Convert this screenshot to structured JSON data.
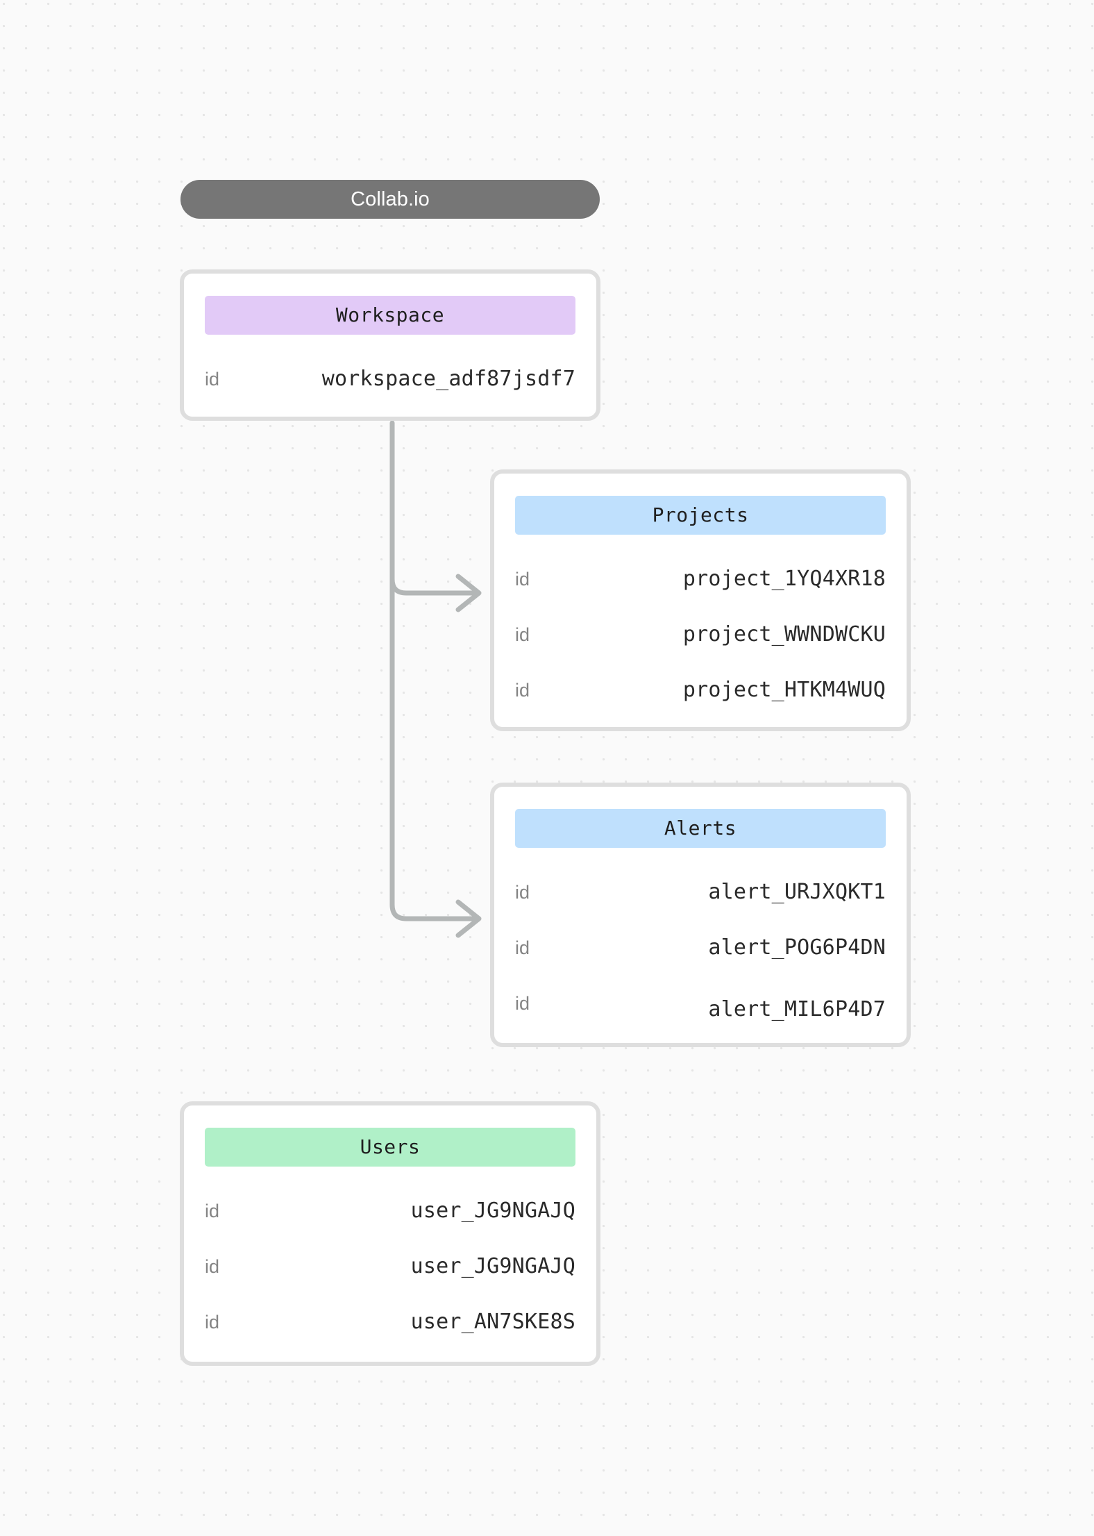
{
  "title": {
    "label": "Collab.io"
  },
  "colors": {
    "canvas_background": "#fafafa",
    "grid_dot": "#e5e5e5",
    "title_pill": "#767676",
    "card_border": "#dedede",
    "card_background": "#ffffff",
    "header_purple": "#e2caf7",
    "header_blue": "#bfe0fd",
    "header_green": "#b0f0c8",
    "connector": "#b3b6b6",
    "key_text": "#848484",
    "value_text": "#2a2a2a"
  },
  "nodes": [
    {
      "id": "workspace",
      "title": "Workspace",
      "header_color": "#e2caf7",
      "rows": [
        {
          "key": "id",
          "value": "workspace_adf87jsdf7"
        }
      ]
    },
    {
      "id": "projects",
      "title": "Projects",
      "header_color": "#bfe0fd",
      "rows": [
        {
          "key": "id",
          "value": "project_1YQ4XR18"
        },
        {
          "key": "id",
          "value": "project_WWNDWCKU"
        },
        {
          "key": "id",
          "value": "project_HTKM4WUQ"
        }
      ]
    },
    {
      "id": "alerts",
      "title": "Alerts",
      "header_color": "#bfe0fd",
      "rows": [
        {
          "key": "id",
          "value": "alert_URJXQKT1"
        },
        {
          "key": "id",
          "value": "alert_POG6P4DN"
        },
        {
          "key": "id",
          "value": "alert_MIL6P4D7"
        }
      ]
    },
    {
      "id": "users",
      "title": "Users",
      "header_color": "#b0f0c8",
      "rows": [
        {
          "key": "id",
          "value": "user_JG9NGAJQ"
        },
        {
          "key": "id",
          "value": "user_JG9NGAJQ"
        },
        {
          "key": "id",
          "value": "user_AN7SKE8S"
        }
      ]
    }
  ],
  "edges": [
    {
      "id": "workspace-to-projects",
      "from": "workspace",
      "to": "projects"
    },
    {
      "id": "workspace-to-alerts",
      "from": "workspace",
      "to": "alerts"
    }
  ]
}
